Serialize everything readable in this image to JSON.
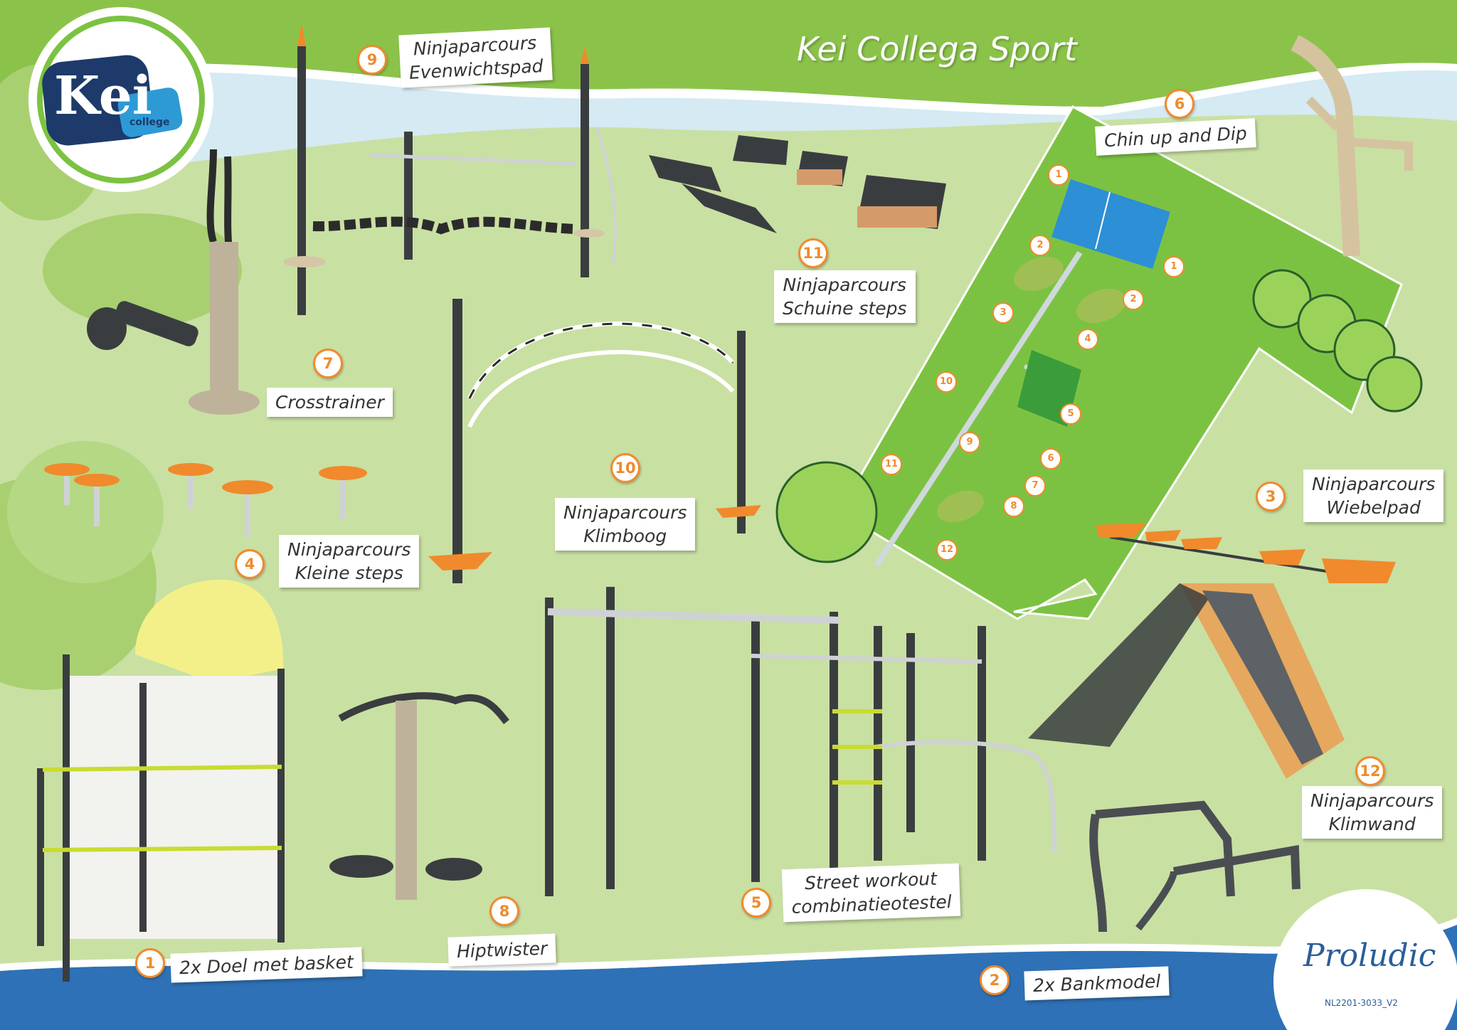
{
  "page": {
    "title": "Kei Collega Sport",
    "kei_logo": {
      "main": "Kei",
      "sub": "college"
    },
    "proludic_logo": "Proludic",
    "doc_code": "NL2201-3033_V2"
  },
  "labels": {
    "l9": [
      "Ninjaparcours",
      "Evenwichtspad"
    ],
    "l6": [
      "Chin up and Dip"
    ],
    "l11": [
      "Ninjaparcours",
      "Schuine steps"
    ],
    "l7": [
      "Crosstrainer"
    ],
    "l10": [
      "Ninjaparcours",
      "Klimboog"
    ],
    "l4": [
      "Ninjaparcours",
      "Kleine steps"
    ],
    "l3": [
      "Ninjaparcours",
      "Wiebelpad"
    ],
    "l12": [
      "Ninjaparcours",
      "Klimwand"
    ],
    "l1": [
      "2x Doel met basket"
    ],
    "l8": [
      "Hiptwister"
    ],
    "l5": [
      "Street workout",
      "combinatieotestel"
    ],
    "l2": [
      "2x Bankmodel"
    ]
  },
  "badges": {
    "b9": "9",
    "b6": "6",
    "b11": "11",
    "b7": "7",
    "b10": "10",
    "b4": "4",
    "b3": "3",
    "b12": "12",
    "b1": "1",
    "b8": "8",
    "b5": "5",
    "b2": "2"
  },
  "map_badges": {
    "m1a": "1",
    "m1b": "1",
    "m2a": "2",
    "m2b": "2",
    "m3": "3",
    "m4": "4",
    "m5": "5",
    "m6": "6",
    "m7": "7",
    "m8": "8",
    "m9": "9",
    "m10": "10",
    "m11": "11",
    "m12": "12"
  },
  "colors": {
    "sky": "#d5eaf3",
    "grass": "#c9e0a3",
    "top_band": "#8bc34a",
    "field": "#7cc242",
    "bottom_band": "#2f71b6",
    "badge_orange": "#f08a2c",
    "basket_blue": "#2d8fd6",
    "kei_navy": "#1d3a6b"
  }
}
